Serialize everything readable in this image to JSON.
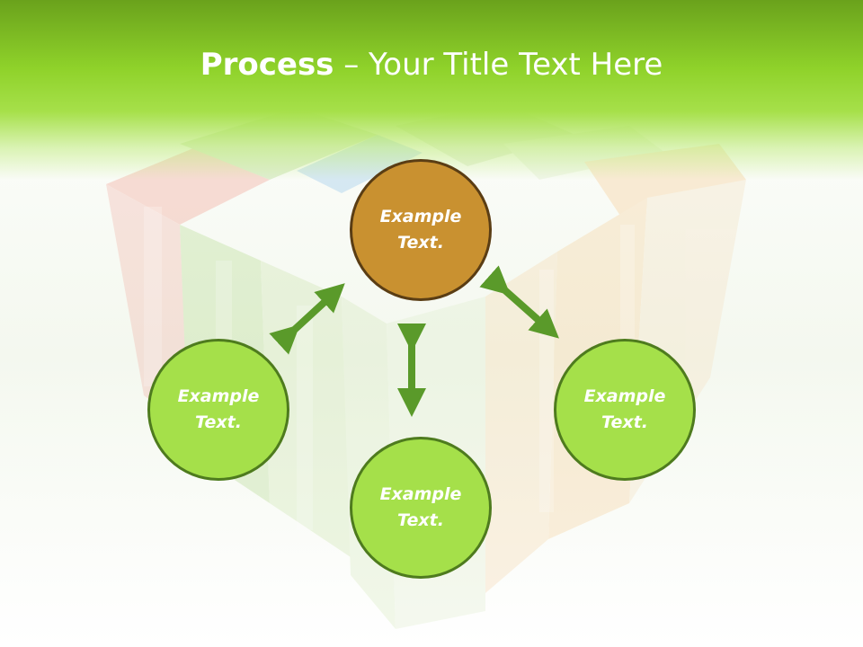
{
  "slide": {
    "title_bold": "Process",
    "title_rest": " – Your Title Text Here"
  },
  "nodes": {
    "top": "Example Text.",
    "left": "Example Text.",
    "bottom": "Example Text.",
    "right": "Example Text."
  },
  "colors": {
    "header_green": "#8fd22a",
    "circle_green": "#a5e04a",
    "circle_orange": "#c99130",
    "arrow_green": "#5a9a2a"
  },
  "icons": [
    "double-arrow-icon"
  ]
}
